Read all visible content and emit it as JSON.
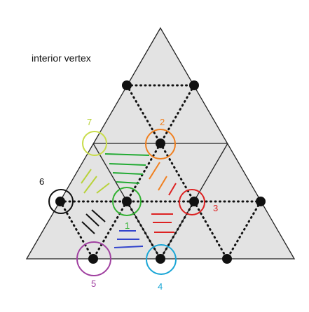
{
  "title": "interior vertex",
  "labels": [
    {
      "id": "1",
      "text": "1",
      "color": "#33b233"
    },
    {
      "id": "2",
      "text": "2",
      "color": "#f08020"
    },
    {
      "id": "3",
      "text": "3",
      "color": "#dd2222"
    },
    {
      "id": "4",
      "text": "4",
      "color": "#1aa6d6"
    },
    {
      "id": "5",
      "text": "5",
      "color": "#a040a0"
    },
    {
      "id": "6",
      "text": "6",
      "color": "#111111"
    },
    {
      "id": "7",
      "text": "7",
      "color": "#b8d23a"
    }
  ],
  "colors": {
    "fill": "#e3e3e3",
    "stroke": "#111111",
    "vertex": "#111111",
    "hatch_green": "#22aa33",
    "hatch_orange": "#f08020",
    "hatch_red": "#dd2222",
    "hatch_blue": "#3344cc",
    "hatch_lime": "#b8d23a",
    "hatch_black": "#111111"
  }
}
